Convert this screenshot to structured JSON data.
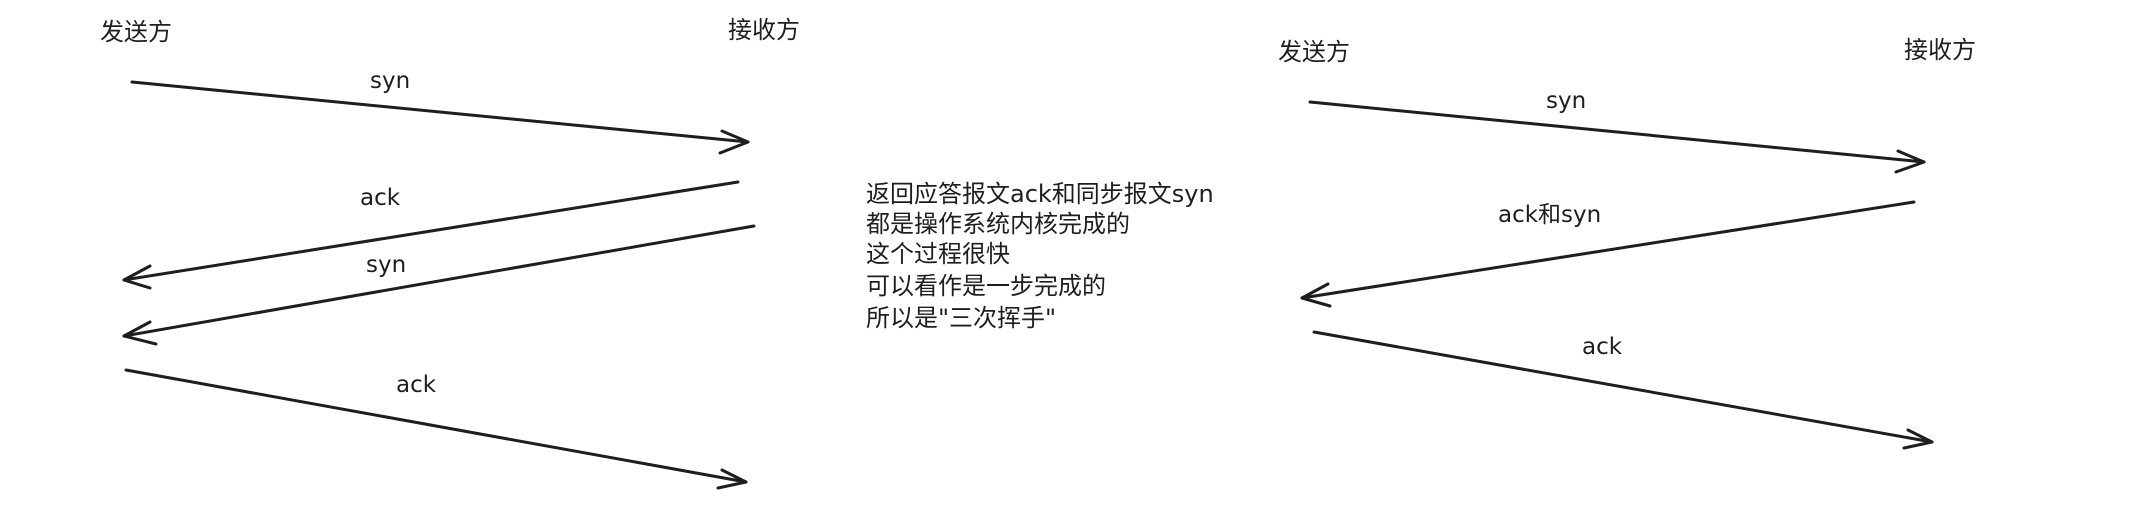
{
  "left_diagram": {
    "sender": "发送方",
    "receiver": "接收方",
    "messages": [
      {
        "label": "syn",
        "direction": "to-receiver"
      },
      {
        "label": "ack",
        "direction": "to-sender"
      },
      {
        "label": "syn",
        "direction": "to-sender"
      },
      {
        "label": "ack",
        "direction": "to-receiver"
      }
    ]
  },
  "note": {
    "lines": [
      "返回应答报文ack和同步报文syn",
      "都是操作系统内核完成的",
      "这个过程很快",
      "可以看作是一步完成的",
      "所以是\"三次挥手\""
    ]
  },
  "right_diagram": {
    "sender": "发送方",
    "receiver": "接收方",
    "messages": [
      {
        "label": "syn",
        "direction": "to-receiver"
      },
      {
        "label": "ack和syn",
        "direction": "to-sender"
      },
      {
        "label": "ack",
        "direction": "to-receiver"
      }
    ]
  }
}
